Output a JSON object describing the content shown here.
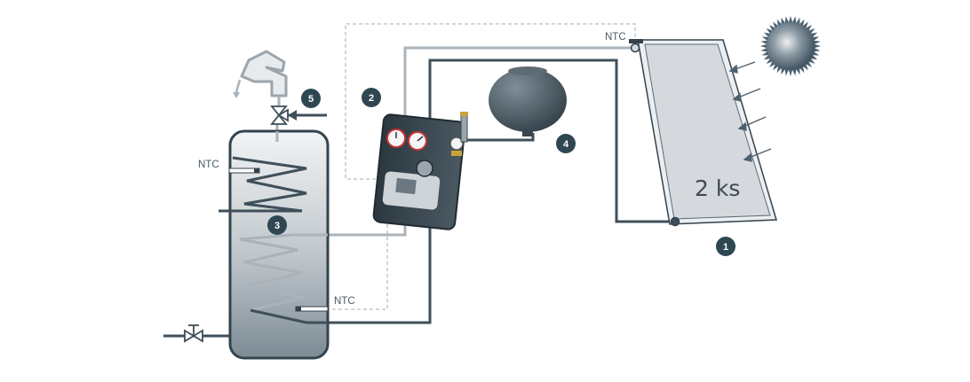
{
  "labels": {
    "ntc_collector": "NTC",
    "ntc_tank_upper": "NTC",
    "ntc_tank_lower": "NTC",
    "collector_count": "2 ks"
  },
  "markers": {
    "m1": "1",
    "m2": "2",
    "m3": "3",
    "m4": "4",
    "m5": "5"
  },
  "colors": {
    "dark_pipe": "#3f4f5a",
    "light_pipe": "#aab3ba",
    "sensor_line": "#b8bec3",
    "marker_fill": "#2f4753",
    "collector_fill": "#d5d9dd",
    "sun": "#4d6170"
  }
}
